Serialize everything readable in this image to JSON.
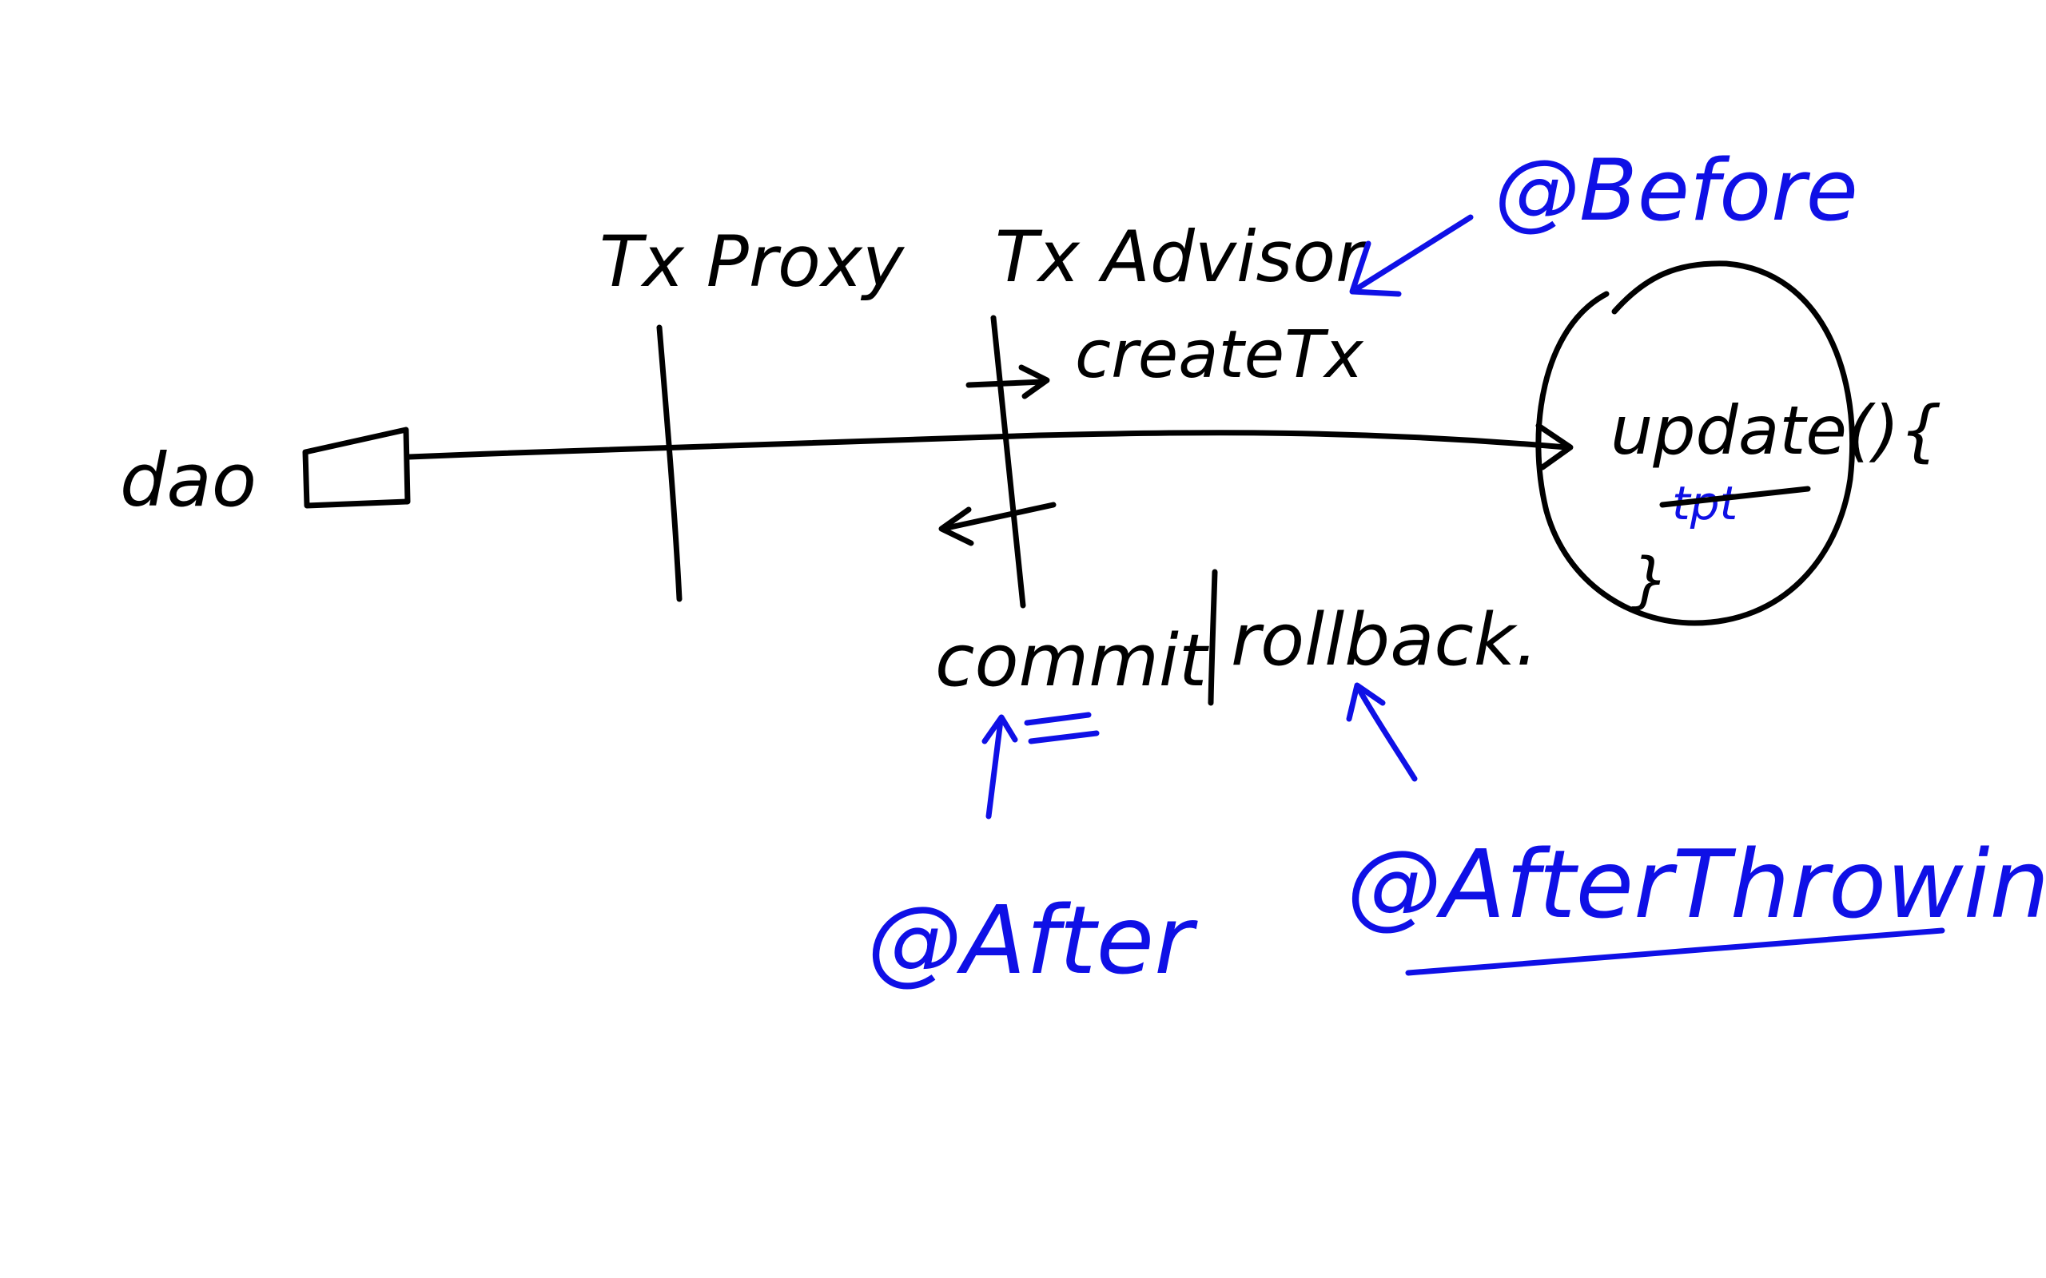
{
  "colors": {
    "ink": "#000000",
    "annotation": "#0f10e6",
    "background": "#ffffff"
  },
  "labels": {
    "dao": "dao",
    "tx_proxy": "Tx Proxy",
    "tx_advisor": "Tx Advisor",
    "create_tx": "createTx",
    "update_method": "update(){",
    "method_close": "}",
    "struck_text": "tpt",
    "commit": "commit",
    "rollback": "rollback.",
    "before": "@Before",
    "after": "@After",
    "after_throwing": "@AfterThrowing"
  }
}
